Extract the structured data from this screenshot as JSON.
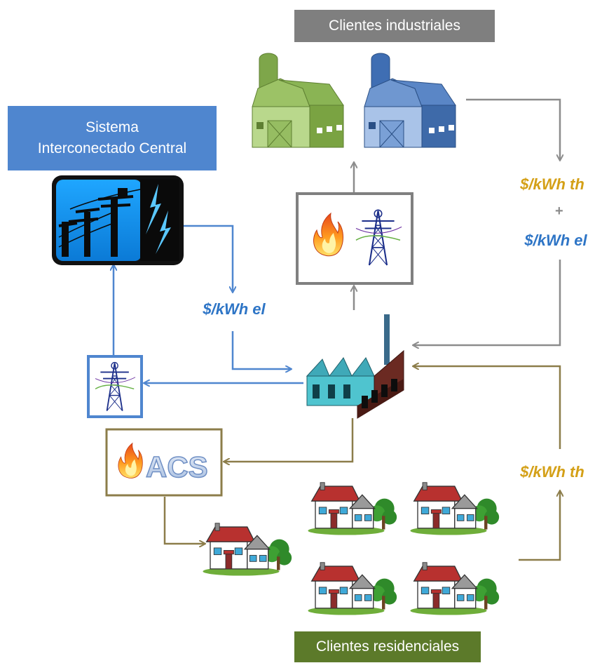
{
  "labels": {
    "industrial_clients": "Clientes industriales",
    "sic_line1": "Sistema",
    "sic_line2": "Interconectado Central",
    "residential_clients": "Clientes residenciales",
    "acs": "ACS"
  },
  "prices": {
    "industrial_thermal": "$/kWh th",
    "plus": "+",
    "industrial_electric": "$/kWh el",
    "grid_electric": "$/kWh el",
    "residential_thermal": "$/kWh th"
  },
  "colors": {
    "gray_flow": "#8c8c8c",
    "blue_flow": "#4f86cf",
    "olive_flow": "#8c7d4a",
    "industrial_banner": "#7f7f7f",
    "sic_banner": "#4f86cf",
    "residential_banner": "#5c7a2a",
    "price_thermal": "#d4a017",
    "price_electric": "#2e75c6"
  },
  "icons": [
    "green-barn-icon",
    "blue-barn-icon",
    "fire-icon",
    "transmission-tower-icon",
    "power-lines-icon",
    "lightning-icon",
    "factory-icon",
    "house-icon",
    "tree-icon"
  ]
}
